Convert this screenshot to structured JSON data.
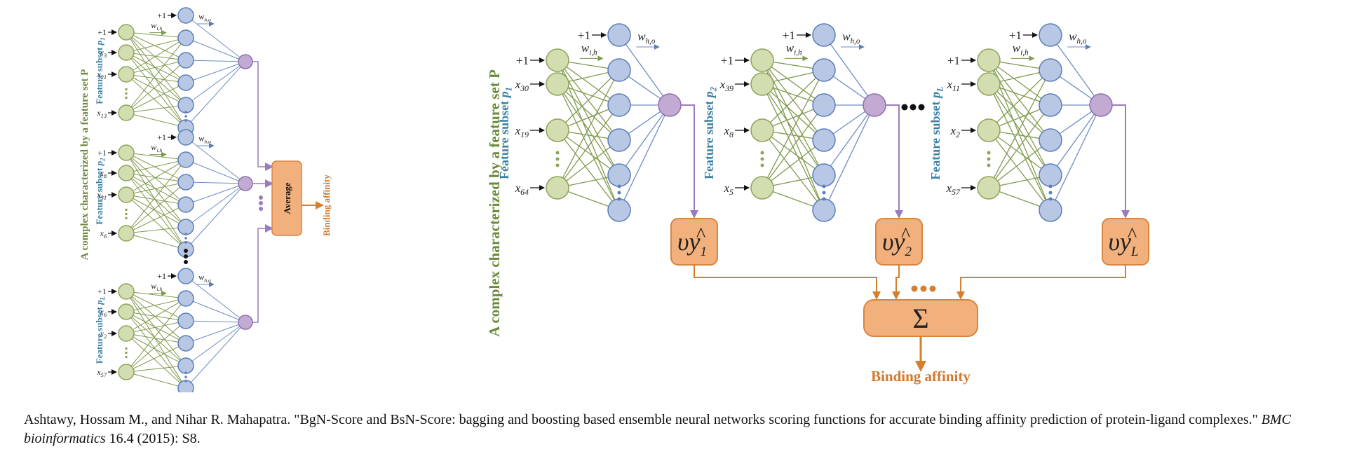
{
  "colors": {
    "input_fill": "#d2deb0",
    "input_stroke": "#8ea35a",
    "hidden_fill": "#b8c8e4",
    "hidden_stroke": "#5b7db8",
    "output_fill": "#c3aad2",
    "output_stroke": "#8e6fae",
    "box_fill": "#f2b07c",
    "box_stroke": "#d9853e",
    "green_line": "#7f9a4e",
    "blue_line": "#6d8cc4",
    "purple_line": "#9a7cbe",
    "orange_line": "#d57f2e",
    "teal_text": "#3a7fa3",
    "green_text": "#6b8a3a",
    "orange_text": "#d07a30"
  },
  "left_figure": {
    "outer_label": "A complex characterized by a feature set P",
    "average_label": "Average",
    "output_label": "Binding affinity",
    "networks": [
      {
        "subset": "Feature subset ",
        "subset_sub": "1",
        "inputs": [
          [
            "+1",
            ""
          ],
          [
            "x",
            "3"
          ],
          [
            "x",
            "21"
          ],
          [
            "x",
            "13"
          ]
        ],
        "bias": "+1",
        "w_in": "i,h",
        "w_out": "h,o"
      },
      {
        "subset": "Feature subset ",
        "subset_sub": "2",
        "inputs": [
          [
            "+1",
            ""
          ],
          [
            "x",
            "8"
          ],
          [
            "x",
            "31"
          ],
          [
            "x",
            "6"
          ]
        ],
        "bias": "+1",
        "w_in": "i,h",
        "w_out": "h,o"
      },
      {
        "subset": "Feature subset ",
        "subset_sub": "L",
        "inputs": [
          [
            "+1",
            ""
          ],
          [
            "x",
            "6"
          ],
          [
            "x",
            "2"
          ],
          [
            "x",
            "57"
          ]
        ],
        "bias": "+1",
        "w_in": "i,h",
        "w_out": "h,o"
      }
    ]
  },
  "right_figure": {
    "outer_label": "A complex characterized by a feature set P",
    "sum_symbol": "Σ",
    "output_label": "Binding affinity",
    "networks": [
      {
        "subset": "Feature subset ",
        "subset_sub": "1",
        "inputs": [
          [
            "+1",
            ""
          ],
          [
            "x",
            "30"
          ],
          [
            "x",
            "19"
          ],
          [
            "x",
            "64"
          ]
        ],
        "bias": "+1",
        "w_in": "i,h",
        "w_out": "h,o",
        "out_sub": "1"
      },
      {
        "subset": "Feature subset ",
        "subset_sub": "2",
        "inputs": [
          [
            "+1",
            ""
          ],
          [
            "x",
            "39"
          ],
          [
            "x",
            "8"
          ],
          [
            "x",
            "5"
          ]
        ],
        "bias": "+1",
        "w_in": "i,h",
        "w_out": "h,o",
        "out_sub": "2"
      },
      {
        "subset": "Feature subset ",
        "subset_sub": "L",
        "inputs": [
          [
            "+1",
            ""
          ],
          [
            "x",
            "11"
          ],
          [
            "x",
            "2"
          ],
          [
            "x",
            "57"
          ]
        ],
        "bias": "+1",
        "w_in": "i,h",
        "w_out": "h,o",
        "out_sub": "L"
      }
    ]
  },
  "symbols": {
    "p": "p",
    "w": "w",
    "upsilon": "υ",
    "y": "y",
    "hat": "^"
  },
  "citation": {
    "authors_title": "Ashtawy, Hossam M., and Nihar R. Mahapatra. \"BgN-Score and BsN-Score: bagging and boosting based ensemble neural networks scoring functions for accurate binding affinity prediction of protein-ligand complexes.\" ",
    "journal": "BMC bioinformatics",
    "volume_pages": " 16.4 (2015): S8."
  }
}
